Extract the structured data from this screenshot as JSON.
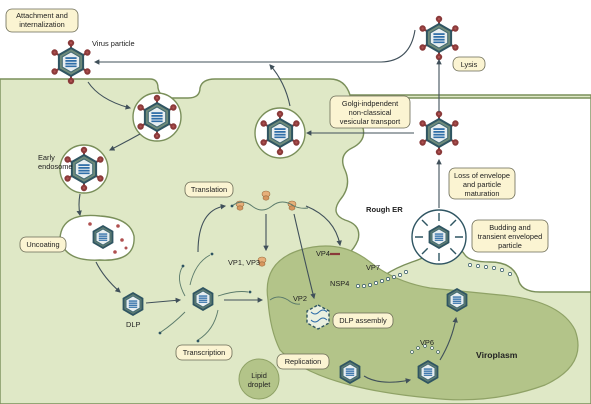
{
  "colors": {
    "cytoplasm": "#dfe8c6",
    "viroplasm": "#b3c489",
    "membrane_outline": "#7a8f5a",
    "label_box": "#fbf4d2",
    "arrow": "#40505a",
    "capsid": "#2f5562",
    "genome": "#2f6ea8",
    "spike": "#b05050"
  },
  "labels": {
    "attachment": [
      "Attachment and",
      "internalization"
    ],
    "virus_particle": "Virus particle",
    "lysis": "Lysis",
    "golgi": [
      "Golgi-indpendent",
      "non-classical",
      "vesicular transport"
    ],
    "early_endosome": [
      "Early",
      "endosome"
    ],
    "translation": "Translation",
    "rough_er": "Rough ER",
    "loss_envelope": [
      "Loss of envelope",
      "and particle",
      "maturation"
    ],
    "budding": [
      "Budding and",
      "transient enveloped",
      "particle"
    ],
    "uncoating": "Uncoating",
    "vp1_vp3": "VP1, VP3",
    "vp4": "VP4",
    "vp7": "VP7",
    "nsp4": "NSP4",
    "vp2": "VP2",
    "dlp_assembly": "DLP assembly",
    "dlp": "DLP",
    "vp6": "VP6",
    "viroplasm": "Viroplasm",
    "transcription": "Transcription",
    "replication": "Replication",
    "lipid_droplet": [
      "Lipid",
      "droplet"
    ]
  },
  "icons": {
    "enveloped_virus": "virus-particle-icon",
    "dlp": "double-layered-particle-icon",
    "ribosome": "ribosome-icon",
    "mrna": "mrna-strand-icon"
  }
}
